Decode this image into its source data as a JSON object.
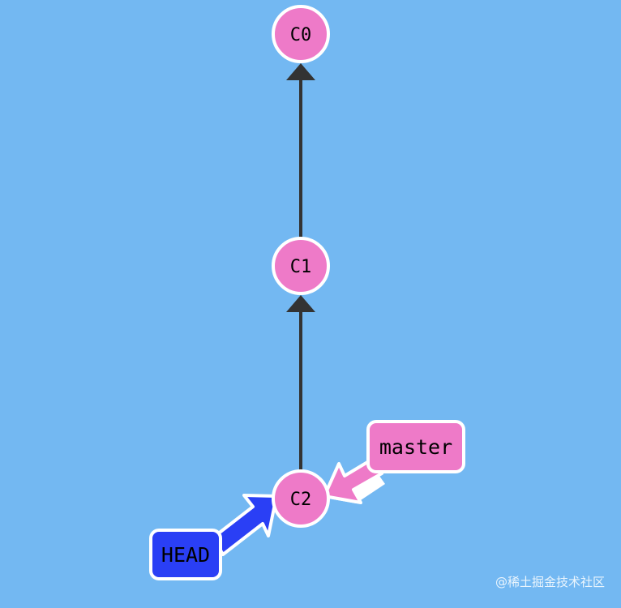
{
  "colors": {
    "background": "#73b8f2",
    "commit_fill": "#ee7ac8",
    "commit_stroke": "#ffffff",
    "edge": "#333333",
    "head_fill": "#2a3ff5",
    "master_fill": "#ee7ac8"
  },
  "commits": [
    {
      "id": "C0",
      "label": "C0"
    },
    {
      "id": "C1",
      "label": "C1"
    },
    {
      "id": "C2",
      "label": "C2"
    }
  ],
  "edges": [
    {
      "from": "C1",
      "to": "C0"
    },
    {
      "from": "C2",
      "to": "C1"
    }
  ],
  "refs": {
    "head": {
      "label": "HEAD",
      "points_to": "C2"
    },
    "master": {
      "label": "master",
      "points_to": "C2"
    }
  },
  "watermark": "@稀土掘金技术社区"
}
